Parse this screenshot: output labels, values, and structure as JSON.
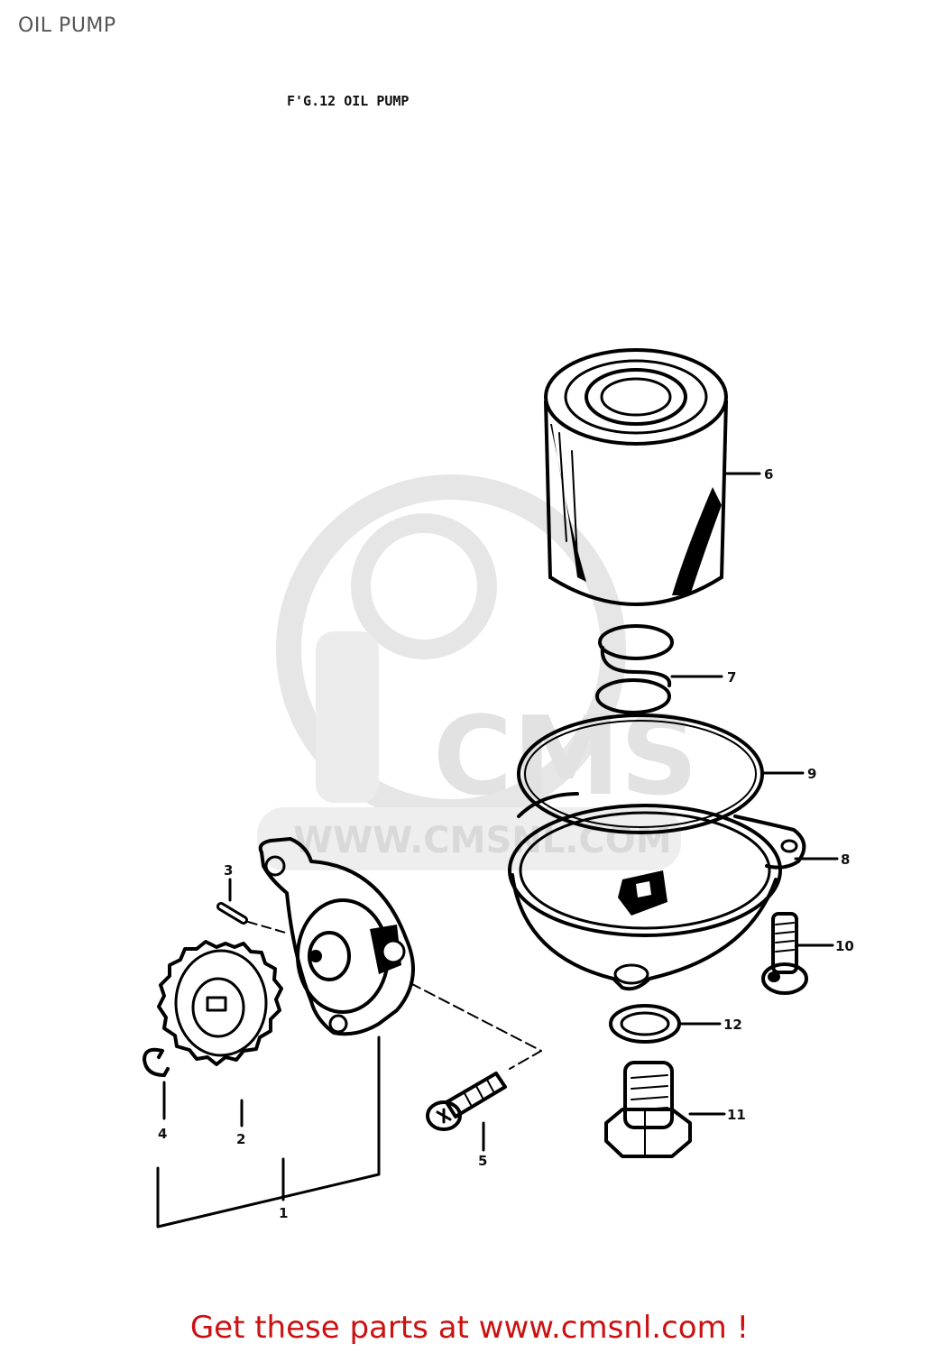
{
  "page": {
    "title": "OIL PUMP",
    "figure_title": "F'G.12  OIL PUMP",
    "cta": "Get these parts at www.cmsnl.com !"
  },
  "watermark": {
    "brand": "CMS",
    "url": "WWW.CMSNL.COM"
  },
  "callouts": [
    "1",
    "2",
    "3",
    "4",
    "5",
    "6",
    "7",
    "8",
    "9",
    "10",
    "11",
    "12"
  ],
  "colors": {
    "cta": "#cc1111",
    "title": "#555555",
    "line_art": "#000000",
    "watermark": "#e6e6e6"
  }
}
